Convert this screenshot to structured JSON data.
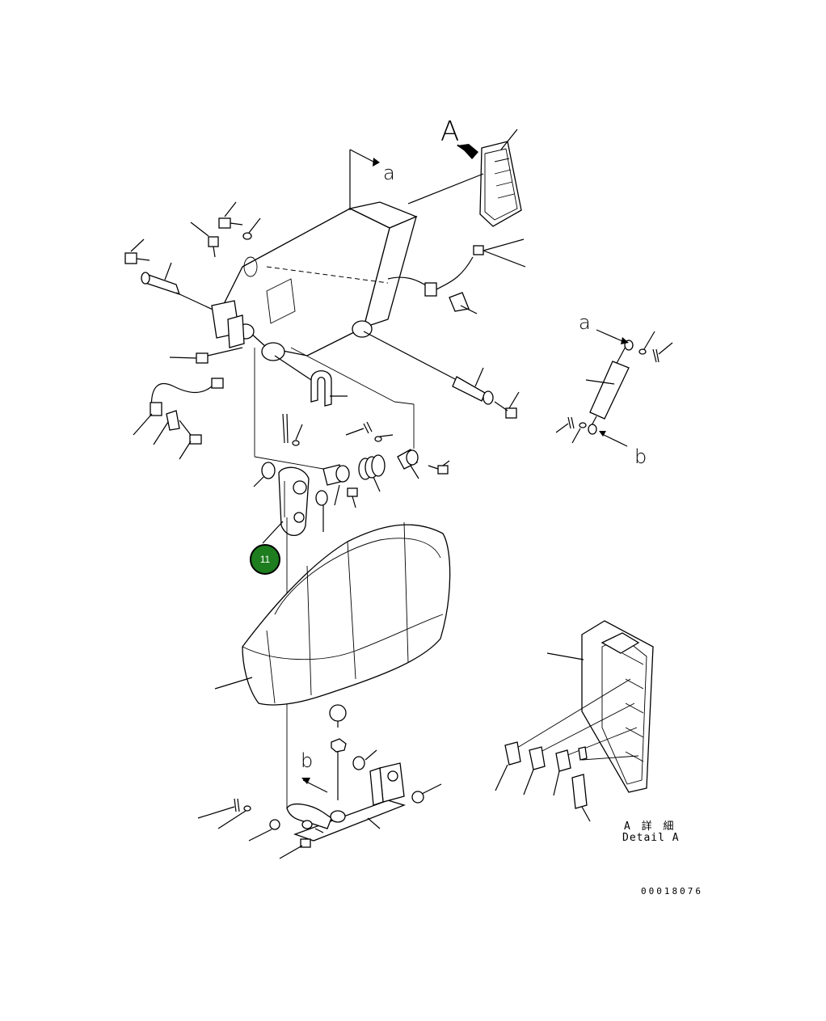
{
  "view_labels": {
    "detail_view_letter": "A",
    "connection_a_top": "a",
    "connection_a_right": "a",
    "connection_b_right": "b",
    "connection_b_bottom": "b"
  },
  "detail_caption": {
    "japanese": "A 詳 細",
    "english": "Detail A"
  },
  "callout": {
    "number": "11",
    "color": "#1e7d1e"
  },
  "drawing_number": "00018076"
}
